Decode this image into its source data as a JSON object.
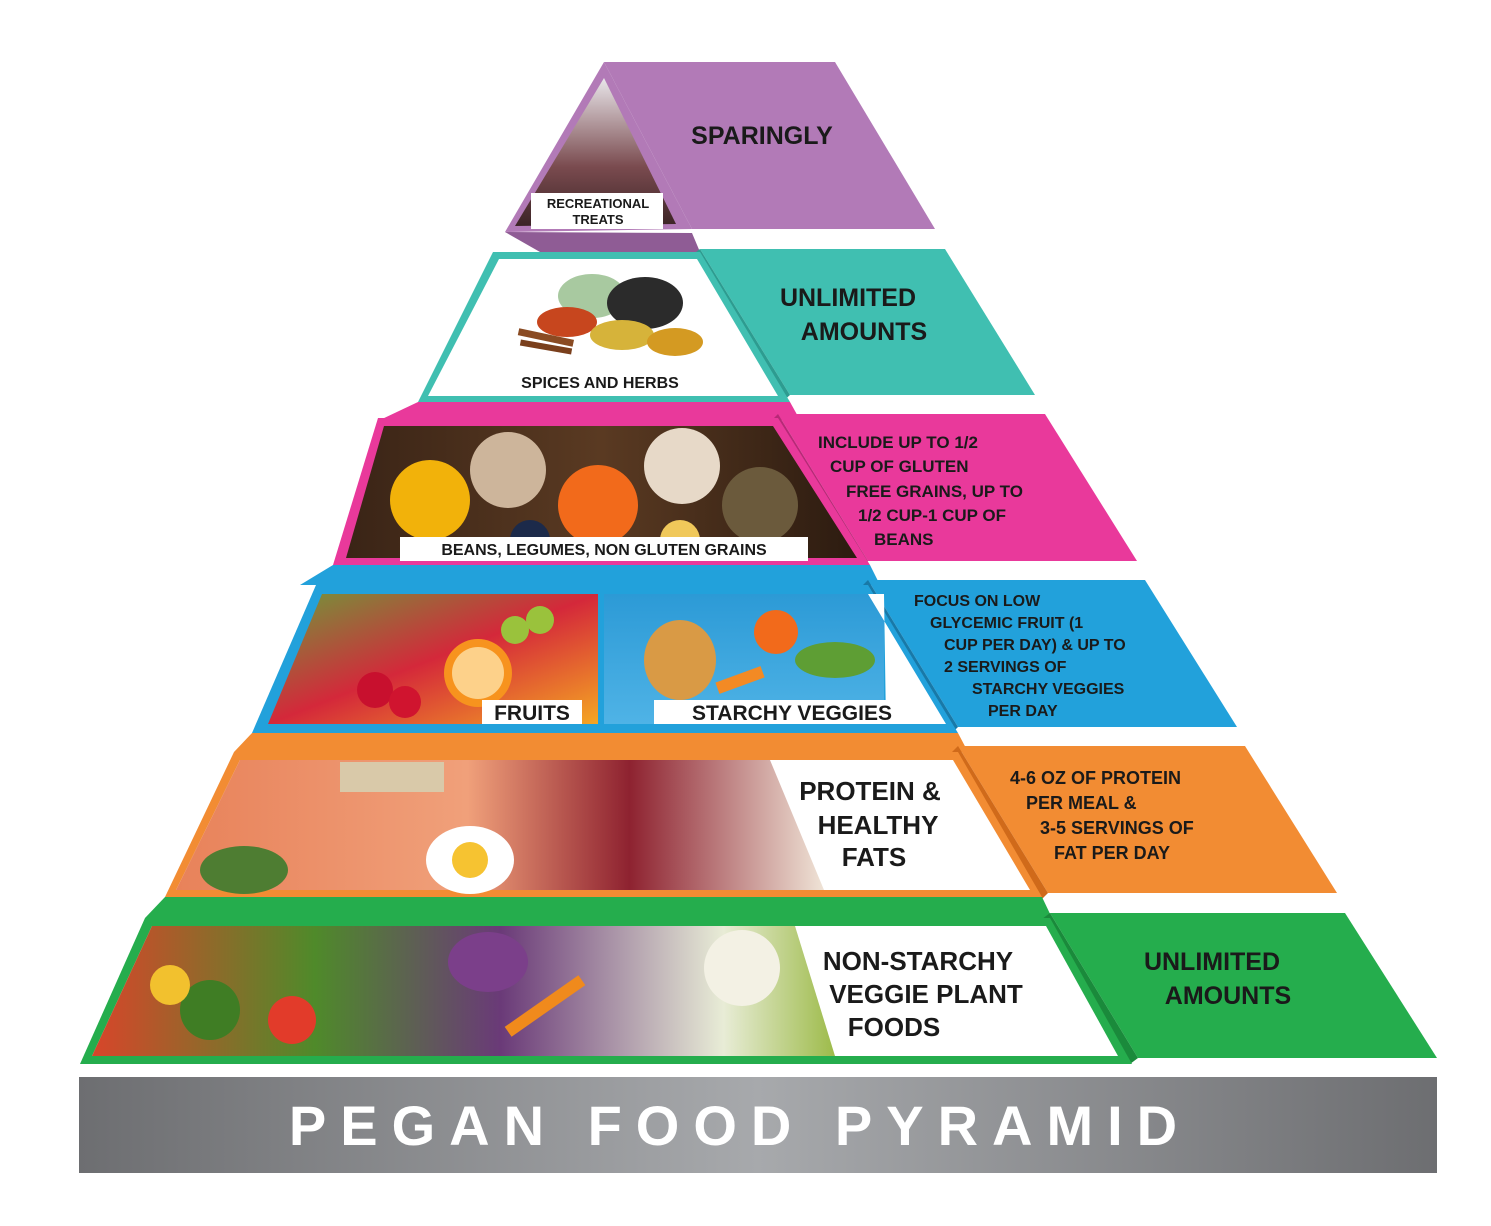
{
  "title": "PEGAN FOOD PYRAMID",
  "tiers": [
    {
      "id": "recreational-treats",
      "color": "#b27ab7",
      "dark": "#8f5c95",
      "food_labels": [
        "RECREATIONAL",
        "TREATS"
      ],
      "amount_lines": [
        "SPARINGLY"
      ]
    },
    {
      "id": "spices-herbs",
      "color": "#40bfb1",
      "dark": "#2d9c90",
      "food_labels": [
        "SPICES AND HERBS"
      ],
      "amount_lines": [
        "UNLIMITED",
        "AMOUNTS"
      ]
    },
    {
      "id": "beans-legumes-grains",
      "color": "#e9399b",
      "dark": "#b82877",
      "food_labels": [
        "BEANS, LEGUMES, NON GLUTEN GRAINS"
      ],
      "amount_lines": [
        "INCLUDE UP TO 1/2",
        "CUP OF GLUTEN",
        "FREE GRAINS, UP TO",
        "1/2 CUP-1 CUP OF",
        "BEANS"
      ]
    },
    {
      "id": "fruits-starchy-veggies",
      "color": "#22a1db",
      "dark": "#1879a8",
      "food_labels": [
        "FRUITS",
        "STARCHY VEGGIES"
      ],
      "amount_lines": [
        "FOCUS ON LOW",
        "GLYCEMIC FRUIT  (1",
        "CUP PER DAY) & UP TO",
        "2 SERVINGS OF",
        "STARCHY VEGGIES",
        "PER DAY"
      ]
    },
    {
      "id": "protein-fats",
      "color": "#f28c33",
      "dark": "#d06a1a",
      "food_labels": [
        "PROTEIN &",
        "HEALTHY",
        "FATS"
      ],
      "amount_lines": [
        "4-6 OZ OF PROTEIN",
        "PER MEAL &",
        "3-5 SERVINGS OF",
        "FAT PER DAY"
      ]
    },
    {
      "id": "non-starchy-veggies",
      "color": "#25ad4d",
      "dark": "#1a8a3b",
      "food_labels": [
        "NON-STARCHY",
        "VEGGIE PLANT",
        "FOODS"
      ],
      "amount_lines": [
        "UNLIMITED",
        "AMOUNTS"
      ]
    }
  ],
  "base_color": "#7a7a7c"
}
